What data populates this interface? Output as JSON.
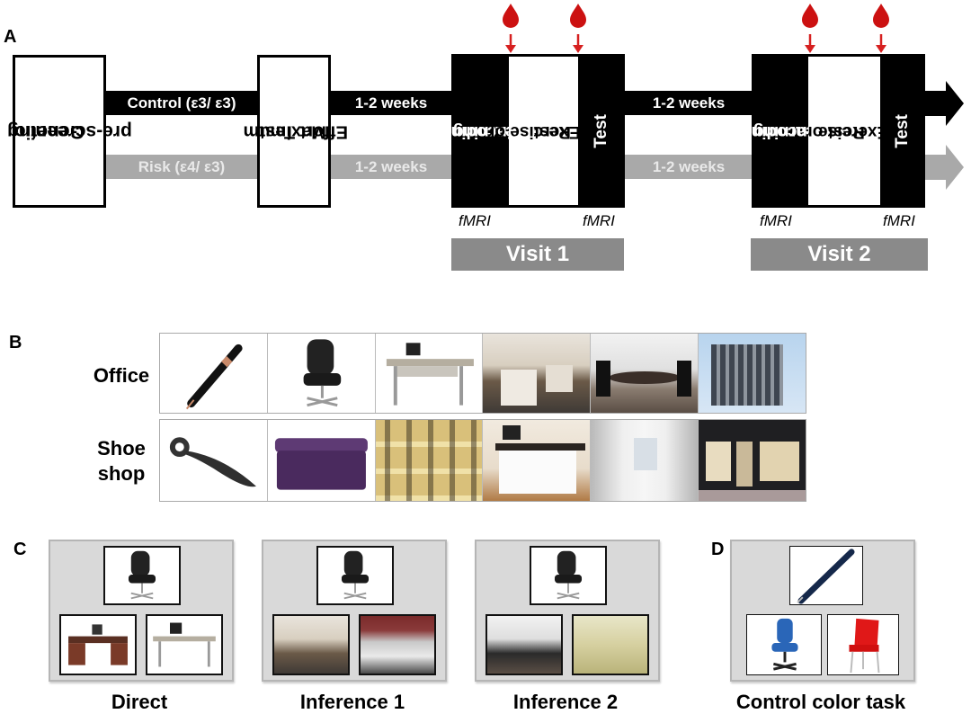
{
  "panels": {
    "a": "A",
    "b": "B",
    "c": "C",
    "d": "D"
  },
  "timeline": {
    "genetic_box": "Genetic pre-screening",
    "genetic_line1": "Genetic",
    "genetic_line2": "pre-screening",
    "control_group": "Control (ε3/ ε3)",
    "risk_group": "Risk (ε4/ ε3)",
    "effort_line1": "Maximum",
    "effort_line2": "Effort Test",
    "interval_control_1": "1-2 weeks",
    "interval_risk_1": "1-2 weeks",
    "interval_control_2": "1-2 weeks",
    "interval_risk_2": "1-2 weeks",
    "visit1": {
      "encoding_line1": "Encoding &",
      "encoding_line2": "Learning",
      "middle_line1": "Exercise or",
      "middle_line2": "Rest",
      "test": "Test",
      "fmri_left": "fMRI",
      "fmri_right": "fMRI",
      "label": "Visit 1"
    },
    "visit2": {
      "encoding_line1": "Encoding &",
      "encoding_line2": "Learning",
      "middle_line1": "Rest or",
      "middle_line2": "Exercise",
      "test": "Test",
      "fmri_left": "fMRI",
      "fmri_right": "fMRI",
      "label": "Visit 2"
    },
    "blood_sample_icon": "blood-drop-icon",
    "colors": {
      "control": "#000000",
      "risk": "#a9a9a9",
      "blood": "#d01010",
      "visit_bar": "#8a8a8a"
    }
  },
  "stimuli": {
    "rows": [
      {
        "label_line1": "Office",
        "label_line2": "",
        "images": [
          "pen",
          "office chair",
          "desk with computer",
          "open-plan office",
          "conference room",
          "office building"
        ]
      },
      {
        "label_line1": "Shoe",
        "label_line2": "shop",
        "images": [
          "shoe horn",
          "purple ottoman",
          "shoe shelves",
          "checkout counter",
          "shop interior",
          "shop front"
        ]
      }
    ]
  },
  "tasks": [
    {
      "caption": "Direct",
      "cue": "office chair",
      "choices": [
        "wooden desk",
        "desk with computer"
      ]
    },
    {
      "caption": "Inference 1",
      "cue": "office chair",
      "choices": [
        "open-plan office",
        "office cubicles"
      ]
    },
    {
      "caption": "Inference 2",
      "cue": "office chair",
      "choices": [
        "conference room",
        "meeting room"
      ]
    },
    {
      "caption": "Control color task",
      "cue": "blue pen",
      "choices": [
        "blue chair",
        "red chair"
      ]
    }
  ]
}
